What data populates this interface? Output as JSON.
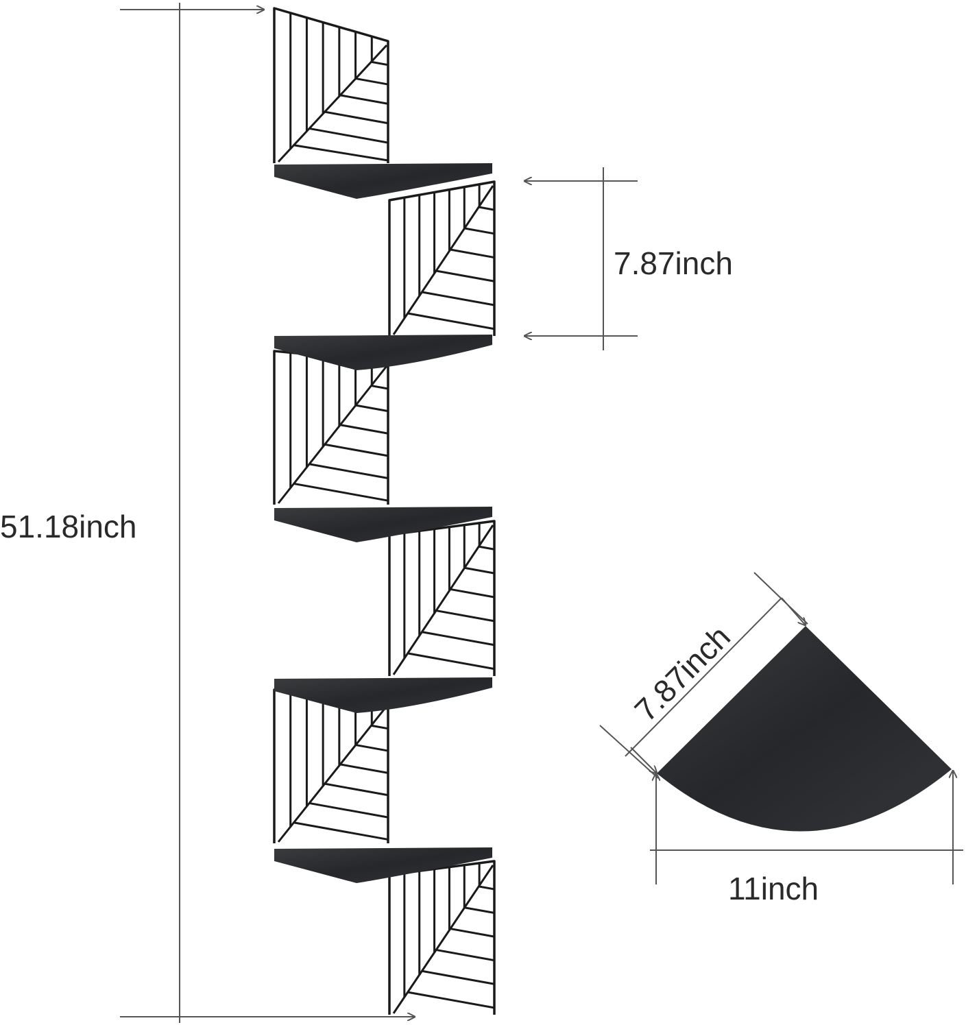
{
  "dimensions": {
    "total_height": "51.18inch",
    "tier_spacing": "7.87inch",
    "shelf_depth": "7.87inch",
    "shelf_width": "11inch"
  },
  "colors": {
    "wire": "#1a1a1a",
    "wood": "#2b2d2f",
    "dimension_line": "#555555"
  },
  "tiers": 5,
  "panels": 6
}
